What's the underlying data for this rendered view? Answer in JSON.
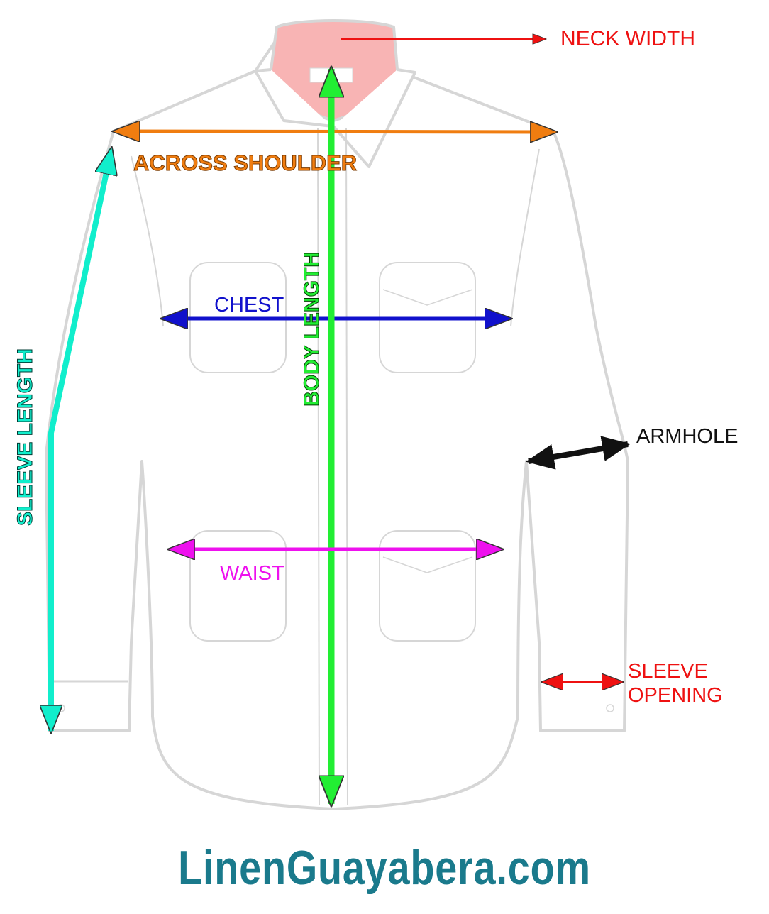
{
  "labels": {
    "neck_width": "NECK WIDTH",
    "across_shoulder": "ACROSS SHOULDER",
    "chest": "CHEST",
    "body_length": "BODY LENGTH",
    "sleeve_length": "SLEEVE LENGTH",
    "armhole": "ARMHOLE",
    "waist": "WAIST",
    "sleeve_opening": "SLEEVE\nOPENING"
  },
  "brand": "LinenGuayabera.com",
  "colors": {
    "neck_width": "#ee1111",
    "across_shoulder": "#f07d10",
    "chest": "#1111cc",
    "body_length": "#22ee33",
    "sleeve_length": "#11eecc",
    "armhole": "#111111",
    "waist": "#ee11ee",
    "sleeve_opening": "#ee1111",
    "brand": "#1a7a8c",
    "collar_fill": "#f8b4b4",
    "shirt_outline": "#d6d6d6"
  }
}
